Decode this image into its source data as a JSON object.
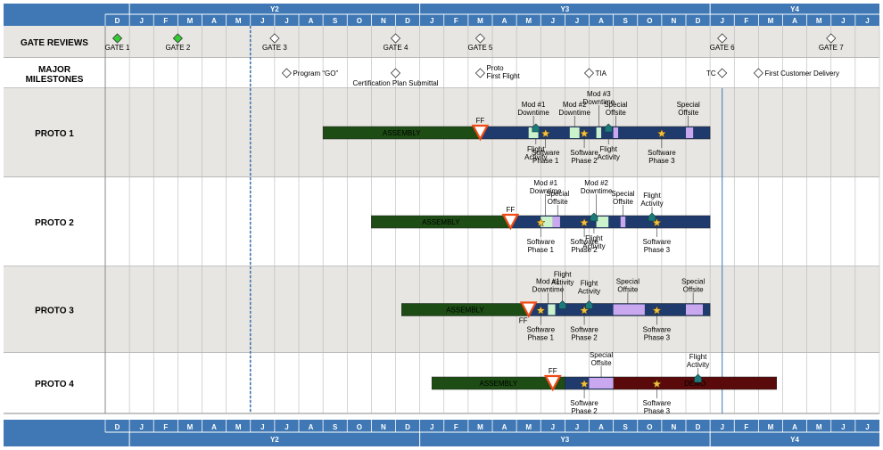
{
  "chart_data": {
    "type": "gantt",
    "timeline": {
      "months": [
        "D",
        "J",
        "F",
        "M",
        "A",
        "M",
        "J",
        "J",
        "A",
        "S",
        "O",
        "N",
        "D",
        "J",
        "F",
        "M",
        "A",
        "M",
        "J",
        "J",
        "A",
        "S",
        "O",
        "N",
        "D",
        "J",
        "F",
        "M",
        "A",
        "M",
        "J",
        "J"
      ],
      "years": [
        {
          "label": "Y2",
          "start": 1,
          "end": 13
        },
        {
          "label": "Y3",
          "start": 13,
          "end": 25
        },
        {
          "label": "Y4",
          "start": 25,
          "end": 32
        }
      ],
      "today_marker": 6.0
    },
    "rows": [
      {
        "id": "gate",
        "label": [
          "GATE REVIEWS"
        ],
        "shade": true,
        "markers": [
          {
            "t": 0.5,
            "text": [
              "GATE 1"
            ],
            "type": "diamond-green"
          },
          {
            "t": 3.0,
            "text": [
              "GATE 2"
            ],
            "type": "diamond-green"
          },
          {
            "t": 7.0,
            "text": [
              "GATE 3"
            ],
            "type": "diamond"
          },
          {
            "t": 12.0,
            "text": [
              "GATE 4"
            ],
            "type": "diamond"
          },
          {
            "t": 15.5,
            "text": [
              "GATE 5"
            ],
            "type": "diamond"
          },
          {
            "t": 25.5,
            "text": [
              "GATE 6"
            ],
            "type": "diamond"
          },
          {
            "t": 30.0,
            "text": [
              "GATE 7"
            ],
            "type": "diamond"
          }
        ]
      },
      {
        "id": "milestones",
        "label": [
          "MAJOR",
          "MILESTONES"
        ],
        "shade": false,
        "markers": [
          {
            "t": 7.5,
            "text": [
              "Program “GO”"
            ],
            "type": "diamond",
            "pos": "right"
          },
          {
            "t": 12.0,
            "text": [
              "Certification Plan Submittal"
            ],
            "type": "diamond",
            "pos": "below"
          },
          {
            "t": 15.5,
            "text": [
              "Proto",
              "First Flight"
            ],
            "type": "diamond",
            "pos": "right"
          },
          {
            "t": 20.0,
            "text": [
              "TIA"
            ],
            "type": "diamond",
            "pos": "right"
          },
          {
            "t": 25.5,
            "text": [
              "TC"
            ],
            "type": "diamond",
            "pos": "left"
          },
          {
            "t": 27.0,
            "text": [
              "First Customer Delivery"
            ],
            "type": "diamond",
            "pos": "right"
          }
        ]
      },
      {
        "id": "proto1",
        "label": [
          "PROTO 1"
        ],
        "shade": true,
        "bars": [
          {
            "start": 9.0,
            "end": 15.5,
            "color": "#1d4d14",
            "text": "ASSEMBLY"
          },
          {
            "start": 15.5,
            "end": 25.0,
            "color": "#1f3b6e",
            "text": ""
          }
        ],
        "segments": [
          {
            "start": 17.5,
            "end": 17.9,
            "color": "#ccf2cc"
          },
          {
            "start": 19.2,
            "end": 19.6,
            "color": "#ccf2cc"
          },
          {
            "start": 20.3,
            "end": 20.5,
            "color": "#ccf2cc"
          },
          {
            "start": 21.0,
            "end": 21.2,
            "color": "#c9a8ef"
          },
          {
            "start": 24.0,
            "end": 24.3,
            "color": "#c9a8ef"
          }
        ],
        "ff": 15.5,
        "annotations": [
          {
            "t": 17.7,
            "text": [
              "Mod #1",
              "Downtime"
            ],
            "pos": "above"
          },
          {
            "t": 19.4,
            "text": [
              "Mod #2",
              "Downtime"
            ],
            "pos": "above"
          },
          {
            "t": 20.4,
            "text": [
              "Mod #3",
              "Downtime"
            ],
            "pos": "above",
            "high": true
          },
          {
            "t": 21.1,
            "text": [
              "Special",
              "Offsite"
            ],
            "pos": "above"
          },
          {
            "t": 24.1,
            "text": [
              "Special",
              "Offsite"
            ],
            "pos": "above"
          }
        ],
        "flights": [
          {
            "t": 17.8,
            "text": [
              "Flight",
              "Activity"
            ]
          },
          {
            "t": 20.8,
            "text": [
              "Flight",
              "Activity"
            ]
          }
        ],
        "software": [
          {
            "t": 18.2,
            "text": [
              "Software",
              "Phase 1"
            ]
          },
          {
            "t": 19.8,
            "text": [
              "Software",
              "Phase 2"
            ]
          },
          {
            "t": 23.0,
            "text": [
              "Software",
              "Phase 3"
            ]
          }
        ]
      },
      {
        "id": "proto2",
        "label": [
          "PROTO 2"
        ],
        "shade": false,
        "bars": [
          {
            "start": 11.0,
            "end": 16.75,
            "color": "#1d4d14",
            "text": "ASSEMBLY"
          },
          {
            "start": 16.75,
            "end": 25.0,
            "color": "#1f3b6e",
            "text": ""
          }
        ],
        "segments": [
          {
            "start": 18.0,
            "end": 18.5,
            "color": "#ccf2cc"
          },
          {
            "start": 18.5,
            "end": 18.8,
            "color": "#c9a8ef"
          },
          {
            "start": 20.3,
            "end": 20.8,
            "color": "#ccf2cc"
          },
          {
            "start": 21.3,
            "end": 21.5,
            "color": "#c9a8ef"
          }
        ],
        "ff": 16.75,
        "annotations": [
          {
            "t": 18.2,
            "text": [
              "Mod #1",
              "Downtime"
            ],
            "pos": "above",
            "high": true
          },
          {
            "t": 18.7,
            "text": [
              "Special",
              "Offsite"
            ],
            "pos": "above"
          },
          {
            "t": 20.3,
            "text": [
              "Mod #2",
              "Downtime"
            ],
            "pos": "above",
            "high": true
          },
          {
            "t": 21.4,
            "text": [
              "Special",
              "Offsite"
            ],
            "pos": "above"
          }
        ],
        "flights": [
          {
            "t": 20.2,
            "text": [
              "Flight",
              "Activity"
            ],
            "pos": "below"
          },
          {
            "t": 22.6,
            "text": [
              "Flight",
              "Activity"
            ],
            "pos": "above"
          }
        ],
        "software": [
          {
            "t": 18.0,
            "text": [
              "Software",
              "Phase 1"
            ]
          },
          {
            "t": 19.8,
            "text": [
              "Software",
              "Phase 2"
            ]
          },
          {
            "t": 22.8,
            "text": [
              "Software",
              "Phase 3"
            ]
          }
        ]
      },
      {
        "id": "proto3",
        "label": [
          "PROTO 3"
        ],
        "shade": true,
        "bars": [
          {
            "start": 12.25,
            "end": 17.5,
            "color": "#1d4d14",
            "text": "ASSEMBLY"
          },
          {
            "start": 17.5,
            "end": 25.0,
            "color": "#1f3b6e",
            "text": ""
          }
        ],
        "segments": [
          {
            "start": 18.3,
            "end": 18.6,
            "color": "#ccf2cc"
          },
          {
            "start": 21.0,
            "end": 22.3,
            "color": "#c9a8ef"
          },
          {
            "start": 24.0,
            "end": 24.7,
            "color": "#c9a8ef"
          }
        ],
        "ff": 17.5,
        "annotations": [
          {
            "t": 18.3,
            "text": [
              "Mod #1",
              "Downtime"
            ],
            "pos": "above"
          },
          {
            "t": 21.6,
            "text": [
              "Special",
              "Offsite"
            ],
            "pos": "above"
          },
          {
            "t": 24.3,
            "text": [
              "Special",
              "Offsite"
            ],
            "pos": "above"
          }
        ],
        "flights": [
          {
            "t": 18.9,
            "text": [
              "Flight",
              "Activity"
            ],
            "pos": "above",
            "high": true
          },
          {
            "t": 20.0,
            "text": [
              "Flight",
              "Activity"
            ],
            "pos": "above"
          }
        ],
        "software": [
          {
            "t": 18.0,
            "text": [
              "Software",
              "Phase 1"
            ]
          },
          {
            "t": 19.8,
            "text": [
              "Software",
              "Phase 2"
            ]
          },
          {
            "t": 22.8,
            "text": [
              "Software",
              "Phase 3"
            ]
          }
        ],
        "ff_label_below": true
      },
      {
        "id": "proto4",
        "label": [
          "PROTO 4"
        ],
        "shade": false,
        "bars": [
          {
            "start": 13.5,
            "end": 19.0,
            "color": "#1d4d14",
            "text": "ASSEMBLY"
          },
          {
            "start": 19.0,
            "end": 21.0,
            "color": "#1f3b6e",
            "text": ""
          },
          {
            "start": 21.0,
            "end": 27.75,
            "color": "#5a0a0a",
            "text": "DEMO"
          }
        ],
        "segments": [
          {
            "start": 20.0,
            "end": 21.0,
            "color": "#c9a8ef"
          }
        ],
        "ff": 18.5,
        "annotations": [
          {
            "t": 20.5,
            "text": [
              "Special",
              "Offsite"
            ],
            "pos": "above"
          }
        ],
        "flights": [
          {
            "t": 24.5,
            "text": [
              "Flight",
              "Activity"
            ],
            "pos": "above"
          }
        ],
        "software": [
          {
            "t": 19.8,
            "text": [
              "Software",
              "Phase 2"
            ]
          },
          {
            "t": 22.8,
            "text": [
              "Software",
              "Phase 3"
            ]
          }
        ]
      }
    ],
    "colors": {
      "header": "#3f78b4",
      "shade": "#e8e6e2",
      "assembly": "#1d4d14",
      "test": "#1f3b6e",
      "demo": "#5a0a0a",
      "mod": "#ccf2cc",
      "offsite": "#c9a8ef",
      "ff": "#f04b16",
      "flight": "#1e7a7a",
      "star": "#f0c040",
      "gate_green": "#33cc33"
    },
    "ff_label": "FF"
  }
}
